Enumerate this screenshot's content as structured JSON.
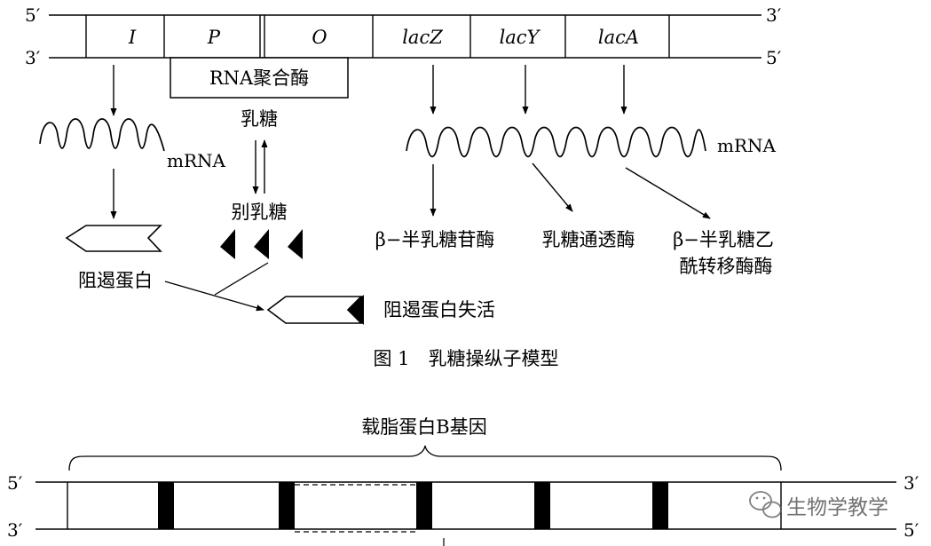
{
  "figure1": {
    "strand_top_left": "5′",
    "strand_top_right": "3′",
    "strand_bottom_left": "3′",
    "strand_bottom_right": "5′",
    "genes": {
      "i": "I",
      "p": "P",
      "o": "O",
      "lacz": "lacZ",
      "lacy": "lacY",
      "laca": "lacA"
    },
    "polymerase": "RNA聚合酶",
    "lactose": "乳糖",
    "allolactose": "别乳糖",
    "mrna_left": "mRNA",
    "mrna_right": "mRNA",
    "repressor": "阻遏蛋白",
    "repressor_inactive": "阻遏蛋白失活",
    "product_z": "β−半乳糖苷酶",
    "product_y": "乳糖通透酶",
    "product_a_line1": "β−半乳糖乙",
    "product_a_line2": "酰转移酶酶",
    "caption": "图 1　乳糖操纵子模型"
  },
  "figure2": {
    "gene_label": "载脂蛋白B基因",
    "strand_top_left": "5′",
    "strand_top_right": "3′",
    "strand_bottom_left": "3′",
    "strand_bottom_right": "5′"
  },
  "watermark": {
    "text": "生物学教学",
    "icon": "wechat-icon"
  }
}
